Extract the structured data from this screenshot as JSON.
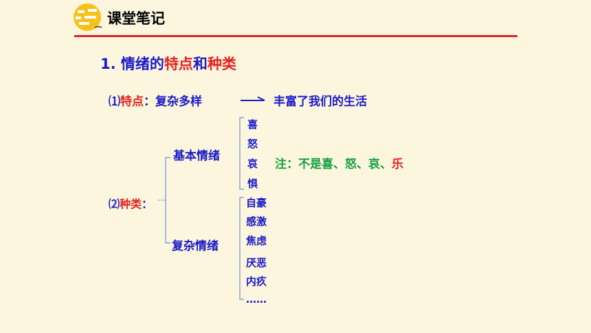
{
  "header": {
    "title": "课堂笔记",
    "accent_color": "#d9252b"
  },
  "heading": {
    "prefix": "1. 情绪的",
    "part1": "特点",
    "middle": "和",
    "part2": "种类"
  },
  "point1": {
    "number": "⑴",
    "label": "特点",
    "colon": "：",
    "value": "复杂多样",
    "result": "丰富了我们的生活"
  },
  "point2": {
    "number": "⑵",
    "label": "种类",
    "colon": "："
  },
  "basic": {
    "title": "基本情绪",
    "items": [
      "喜",
      "怒",
      "哀",
      "惧"
    ]
  },
  "complex": {
    "title": "复杂情绪",
    "items": [
      "自豪",
      "感激",
      "焦虑",
      "厌恶",
      "内疚",
      "……"
    ]
  },
  "note": {
    "prefix": "注：不是喜、怒、哀、",
    "highlight": "乐"
  },
  "colors": {
    "background": "#fdf6de",
    "blue": "#1a1ac8",
    "red": "#e8201e",
    "green": "#16a040"
  }
}
